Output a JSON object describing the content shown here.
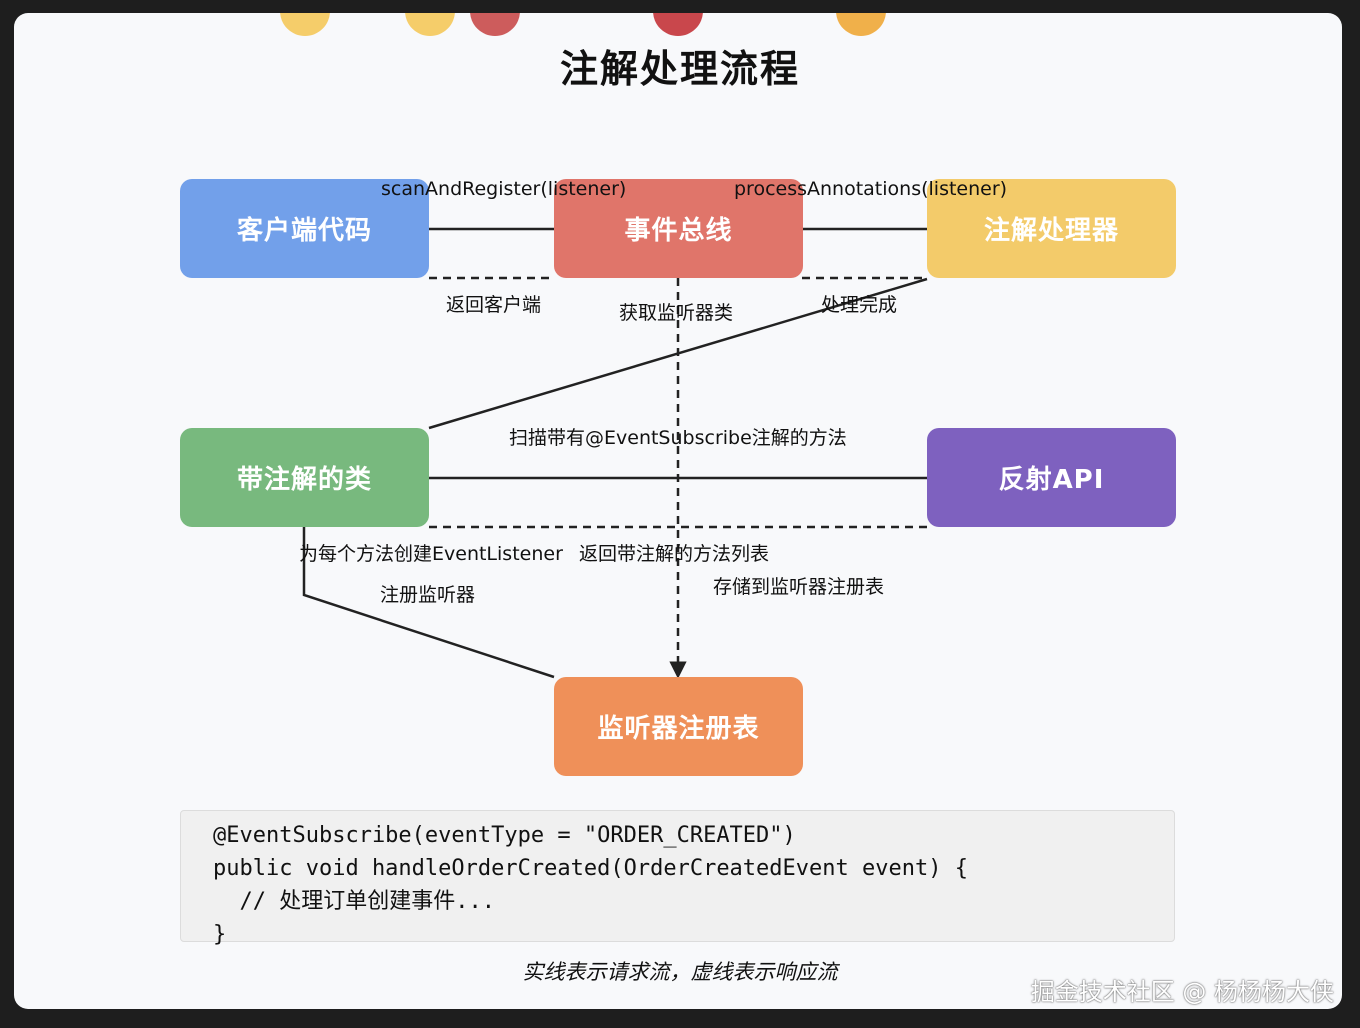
{
  "title": "注解处理流程",
  "dots": [
    "#f5cd6a",
    "#f5cd6a",
    "#cd5c5c",
    "#c9474c",
    "#f0b04a"
  ],
  "nodes": {
    "client": {
      "label": "客户端代码",
      "color": "#72a0ea"
    },
    "bus": {
      "label": "事件总线",
      "color": "#e0756a"
    },
    "processor": {
      "label": "注解处理器",
      "color": "#f3cb6a"
    },
    "annotated": {
      "label": "带注解的类",
      "color": "#78b97e"
    },
    "reflection": {
      "label": "反射API",
      "color": "#7e61bf"
    },
    "registry": {
      "label": "监听器注册表",
      "color": "#ef9059"
    }
  },
  "edges": {
    "scan_register": "scanAndRegister(listener)",
    "process_annotations": "processAnnotations(listener)",
    "return_client": "返回客户端",
    "get_listener_class": "获取监听器类",
    "process_done": "处理完成",
    "scan_methods": "扫描带有@EventSubscribe注解的方法",
    "create_listener": "为每个方法创建EventListener",
    "return_methods": "返回带注解的方法列表",
    "register_listener": "注册监听器",
    "store_registry": "存储到监听器注册表"
  },
  "code": [
    "@EventSubscribe(eventType = \"ORDER_CREATED\")",
    "public void handleOrderCreated(OrderCreatedEvent event) {",
    "  // 处理订单创建事件...",
    "}"
  ],
  "note": "实线表示请求流，虚线表示响应流",
  "watermark": "掘金技术社区 @ 杨杨杨大侠"
}
